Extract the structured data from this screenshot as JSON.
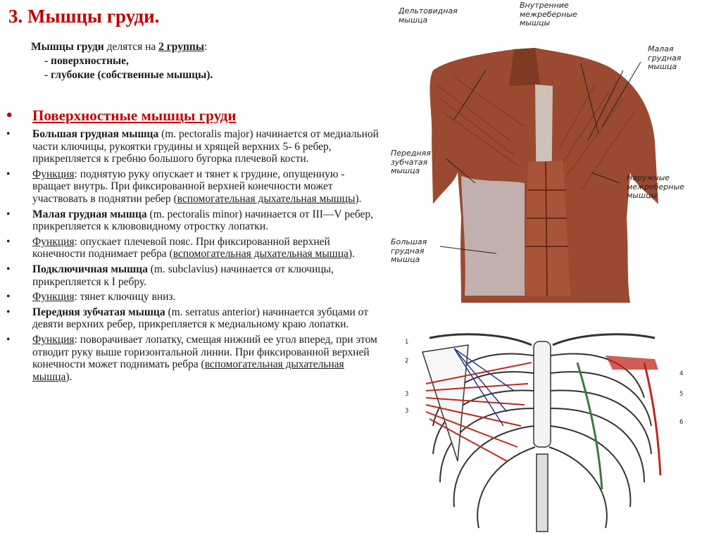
{
  "title": "3. Мышцы груди.",
  "intro": {
    "line1": {
      "b1": "Мышцы груди",
      "t1": " делятся на ",
      "u1": "2 группы",
      "t2": ":"
    },
    "line2": "- поверхностные,",
    "line3": "- глубокие (собственные мышцы)."
  },
  "heading": "Поверхностные мышцы груди",
  "bullet_char": "•",
  "p1": {
    "b": "Большая грудная мышца",
    "t": " (m. pectoralis major) начинается от медиальной части ключицы, рукоятки грудины и хрящей верхних 5- 6 ребер, прикрепляется к гребню большого бугорка плечевой кости."
  },
  "p2": {
    "u": "Функция",
    "t": ": поднятую руку опускает и тянет к грудине, опущенную - вращает внутрь. При фиксированной верхней конечности может участвовать в поднятии ребер (",
    "u2": "вспомогательная дыхательная мышцы",
    "t2": ")."
  },
  "p3": {
    "b": "Малая грудная мышца",
    "t": " (m. pectoralis minor) начинается от III—V ребер, прикрепляется к клювовидному отростку лопатки."
  },
  "p4": {
    "u": "Функция",
    "t": ": опускает плечевой пояс. При фиксированной верхней конечности поднимает ребра (",
    "u2": "вспомогательная дыхательная мышца",
    "t2": ")."
  },
  "p5": {
    "b": "Подключичная мышца",
    "t": " (m. subclavius) начинается от ключицы, прикрепляется к I ребру."
  },
  "p6": {
    "u": "Функция",
    "t": ": тянет ключицу вниз."
  },
  "p7": {
    "b": "Передняя зубчатая мышца",
    "t": " (m. serratus anterior) начинается зубцами от девяти верхних ребер, прикрепляется к медиальному краю лопатки."
  },
  "p8": {
    "u": "Функция",
    "t": ": поворачивает лопатку, смещая нижний ее угол вперед, при этом отводит руку выше горизонтальной линии. При фиксированной верхней конечности может поднимать ребра (",
    "u2": "вспомогательная дыхательная мышца",
    "t2": ")."
  },
  "fig1_labels": {
    "deltoid": "Дельтовидная\nмышца",
    "internal": "Внутренние\nмежреберные\nмышцы",
    "minor": "Малая\nгрудная\nмышца",
    "serratus": "Передняя\nзубчатая\nмышца",
    "external": "Наружные\nмежреберные\nмышцы",
    "major": "Большая\nгрудная\nмышца"
  },
  "fig2_numbers": {
    "n1": "1",
    "n2": "2",
    "n3a": "3",
    "n3b": "3",
    "n4": "4",
    "n5": "5",
    "n6": "6"
  },
  "colors": {
    "title": "#c00000",
    "muscle": "#9a4a30",
    "red_line": "#c0281e",
    "green_line": "#3d7a3a",
    "blue_line": "#2a3a8a"
  }
}
